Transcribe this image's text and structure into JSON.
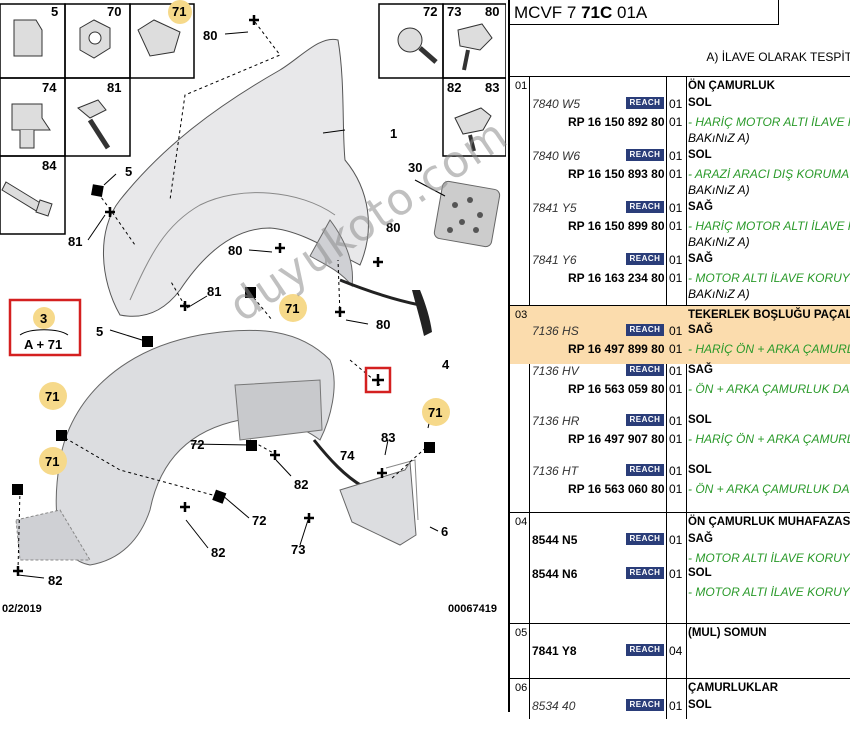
{
  "diagram": {
    "insets_left": [
      "5",
      "70",
      "71",
      "74",
      "81",
      "84"
    ],
    "insets_right": [
      "72",
      "73",
      "80",
      "82",
      "83"
    ],
    "callouts": {
      "c80a": "80",
      "c1": "1",
      "c30": "30",
      "c5a": "5",
      "c81a": "81",
      "c80b": "80",
      "c80c": "80",
      "c81b": "81",
      "c71a": "71",
      "c5b": "5",
      "c80d": "80",
      "c4": "4",
      "c71b": "71",
      "c72a": "72",
      "c83": "83",
      "c71c": "71",
      "c71d": "71",
      "c74": "74",
      "c82a": "82",
      "c72b": "72",
      "c6": "6",
      "c82b": "82",
      "c73": "73",
      "c82c": "82"
    },
    "combo_top": "3",
    "combo_bottom": "A + 71",
    "date": "02/2019",
    "ref_no": "00067419",
    "watermark": "duyukoto.com",
    "colors": {
      "highlight": "#fbdcad",
      "reach": "#2a3d79",
      "green": "#2a9a2a",
      "red": "#d42020",
      "yellow": "#f6d98a"
    }
  },
  "panel": {
    "header_code": "MCVF 7",
    "header_bold": "71C",
    "header_tail": "01A",
    "note": "A) İLAVE OLARAK TESPİT",
    "groups": [
      {
        "num": "01",
        "title": "ÖN ÇAMURLUK",
        "rows": [
          {
            "code": "7840 W5",
            "reach": "REACH",
            "qty": "01",
            "side": "SOL",
            "ref": "RP 16 150 892 80",
            "qty2": "01",
            "desc": "- HARİÇ MOTOR ALTI İLAVE K",
            "desc_b": "BAKıNıZ A)"
          },
          {
            "code": "7840 W6",
            "reach": "REACH",
            "qty": "01",
            "side": "SOL",
            "ref": "RP 16 150 893 80",
            "qty2": "01",
            "desc": "- ARAZİ ARACI DIŞ KORUMA",
            "desc_b": "BAKıNıZ A)"
          },
          {
            "code": "7841 Y5",
            "reach": "REACH",
            "qty": "01",
            "side": "SAĞ",
            "ref": "RP 16 150 899 80",
            "qty2": "01",
            "desc": "- HARİÇ MOTOR ALTI İLAVE K",
            "desc_b": "BAKıNıZ A)"
          },
          {
            "code": "7841 Y6",
            "reach": "REACH",
            "qty": "01",
            "side": "SAĞ",
            "ref": "RP 16 163 234 80",
            "qty2": "01",
            "desc": "- MOTOR ALTI İLAVE KORUYU",
            "desc_b": "BAKıNıZ A)"
          }
        ]
      },
      {
        "num": "03",
        "title": "TEKERLEK BOŞLUĞU PAÇALI",
        "rows": [
          {
            "code": "7136 HS",
            "reach": "REACH",
            "qty": "01",
            "side": "SAĞ",
            "ref": "RP 16 497 899 80",
            "qty2": "01",
            "desc": "- HARİÇ ÖN + ARKA ÇAMURL"
          },
          {
            "code": "7136 HV",
            "reach": "REACH",
            "qty": "01",
            "side": "SAĞ",
            "ref": "RP 16 563 059 80",
            "qty2": "01",
            "desc": "- ÖN + ARKA ÇAMURLUK DA"
          },
          {
            "code": "7136 HR",
            "reach": "REACH",
            "qty": "01",
            "side": "SOL",
            "ref": "RP 16 497 907 80",
            "qty2": "01",
            "desc": "- HARİÇ ÖN + ARKA ÇAMURL"
          },
          {
            "code": "7136 HT",
            "reach": "REACH",
            "qty": "01",
            "side": "SOL",
            "ref": "RP 16 563 060 80",
            "qty2": "01",
            "desc": "- ÖN + ARKA ÇAMURLUK DA"
          }
        ]
      },
      {
        "num": "04",
        "title": "ÖN ÇAMURLUK MUHAFAZASI",
        "rows": [
          {
            "code": "8544 N5",
            "reach": "REACH",
            "qty": "01",
            "side": "SAĞ",
            "desc": "- MOTOR ALTI İLAVE KORUYU"
          },
          {
            "code": "8544 N6",
            "reach": "REACH",
            "qty": "01",
            "side": "SOL",
            "desc": "- MOTOR ALTI İLAVE KORUYU"
          }
        ]
      },
      {
        "num": "05",
        "title": "(MUL) SOMUN",
        "rows": [
          {
            "code": "7841 Y8",
            "reach": "REACH",
            "qty": "04"
          }
        ]
      },
      {
        "num": "06",
        "title": "ÇAMURLUKLAR",
        "rows": [
          {
            "code": "8534 40",
            "reach": "REACH",
            "qty": "01",
            "side": "SOL"
          }
        ]
      }
    ]
  }
}
